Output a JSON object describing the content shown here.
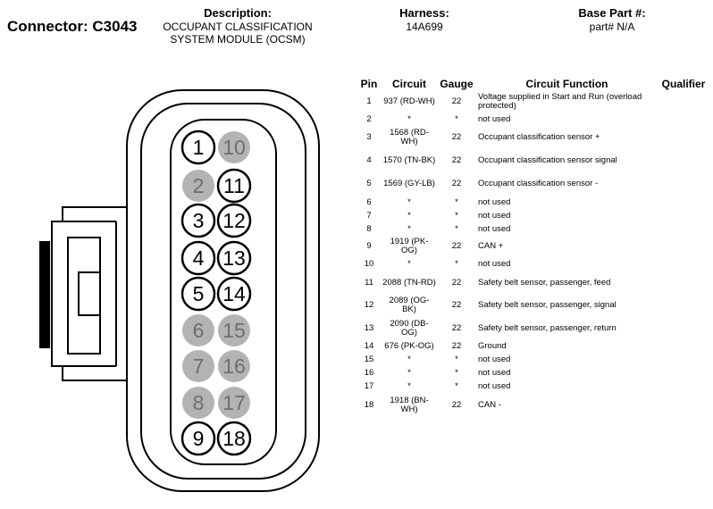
{
  "connector": {
    "label": "Connector: C3043"
  },
  "description": {
    "label": "Description:",
    "lines": [
      "OCCUPANT CLASSIFICATION",
      "SYSTEM MODULE (OCSM)"
    ]
  },
  "harness": {
    "label": "Harness:",
    "value": "14A699"
  },
  "base_part": {
    "label": "Base Part #:",
    "value": "part# N/A"
  },
  "table": {
    "headers": {
      "pin": "Pin",
      "circuit": "Circuit",
      "gauge": "Gauge",
      "function": "Circuit Function",
      "qualifier": "Qualifier"
    },
    "rows": [
      {
        "pin": "1",
        "circuit": "937 (RD-WH)",
        "gauge": "22",
        "function": "Voltage supplied in Start and Run (overload protected)"
      },
      {
        "pin": "2",
        "circuit": "*",
        "gauge": "*",
        "function": "not used"
      },
      {
        "pin": "3",
        "circuit": "1568 (RD-WH)",
        "gauge": "22",
        "function": "Occupant classification sensor +"
      },
      {
        "pin": "4",
        "circuit": "1570 (TN-BK)",
        "gauge": "22",
        "function": "Occupant classification sensor signal"
      },
      {
        "pin": "5",
        "circuit": "1569 (GY-LB)",
        "gauge": "22",
        "function": "Occupant classification sensor -"
      },
      {
        "pin": "6",
        "circuit": "*",
        "gauge": "*",
        "function": "not used"
      },
      {
        "pin": "7",
        "circuit": "*",
        "gauge": "*",
        "function": "not used"
      },
      {
        "pin": "8",
        "circuit": "*",
        "gauge": "*",
        "function": "not used"
      },
      {
        "pin": "9",
        "circuit": "1919 (PK-OG)",
        "gauge": "22",
        "function": "CAN +"
      },
      {
        "pin": "10",
        "circuit": "*",
        "gauge": "*",
        "function": "not used"
      },
      {
        "pin": "11",
        "circuit": "2088 (TN-RD)",
        "gauge": "22",
        "function": "Safety belt sensor, passenger, feed"
      },
      {
        "pin": "12",
        "circuit": "2089 (OG-BK)",
        "gauge": "22",
        "function": "Safety belt sensor, passenger, signal"
      },
      {
        "pin": "13",
        "circuit": "2090 (DB-OG)",
        "gauge": "22",
        "function": "Safety belt sensor, passenger, return"
      },
      {
        "pin": "14",
        "circuit": "676 (PK-OG)",
        "gauge": "22",
        "function": "Ground"
      },
      {
        "pin": "15",
        "circuit": "*",
        "gauge": "*",
        "function": "not used"
      },
      {
        "pin": "16",
        "circuit": "*",
        "gauge": "*",
        "function": "not used"
      },
      {
        "pin": "17",
        "circuit": "*",
        "gauge": "*",
        "function": "not used"
      },
      {
        "pin": "18",
        "circuit": "1918 (BN-WH)",
        "gauge": "22",
        "function": "CAN -"
      }
    ]
  },
  "cavities": [
    {
      "num": "1",
      "used": true
    },
    {
      "num": "2",
      "used": false
    },
    {
      "num": "3",
      "used": true
    },
    {
      "num": "4",
      "used": true
    },
    {
      "num": "5",
      "used": true
    },
    {
      "num": "6",
      "used": false
    },
    {
      "num": "7",
      "used": false
    },
    {
      "num": "8",
      "used": false
    },
    {
      "num": "9",
      "used": true
    },
    {
      "num": "10",
      "used": false
    },
    {
      "num": "11",
      "used": true
    },
    {
      "num": "12",
      "used": true
    },
    {
      "num": "13",
      "used": true
    },
    {
      "num": "14",
      "used": true
    },
    {
      "num": "15",
      "used": false
    },
    {
      "num": "16",
      "used": false
    },
    {
      "num": "17",
      "used": false
    },
    {
      "num": "18",
      "used": true
    }
  ],
  "colors": {
    "unused_cavity": "#b3b3b3",
    "used_cavity": "#ffffff",
    "line": "#000000"
  }
}
